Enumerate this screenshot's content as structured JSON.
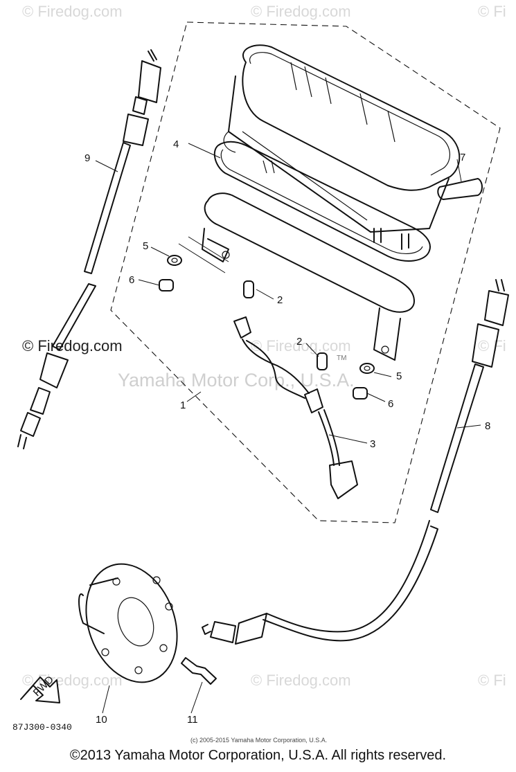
{
  "watermarks": {
    "corner": "© Firedog.com",
    "corner_partial": "© Fi",
    "center": "Yamaha Motor Corp., U.S.A.",
    "mid_left": "© Firedog.com"
  },
  "callouts": [
    "1",
    "2",
    "2",
    "3",
    "4",
    "5",
    "5",
    "6",
    "6",
    "7",
    "8",
    "9",
    "10",
    "11"
  ],
  "tm_mark": "TM",
  "fwd_label": "FWD",
  "diagram_code": "87J300-0340",
  "small_copyright": "(c) 2005-2015 Yamaha Motor Corporation, U.S.A.",
  "footer_copyright": "©2013 Yamaha Motor Corporation, U.S.A. All rights reserved."
}
